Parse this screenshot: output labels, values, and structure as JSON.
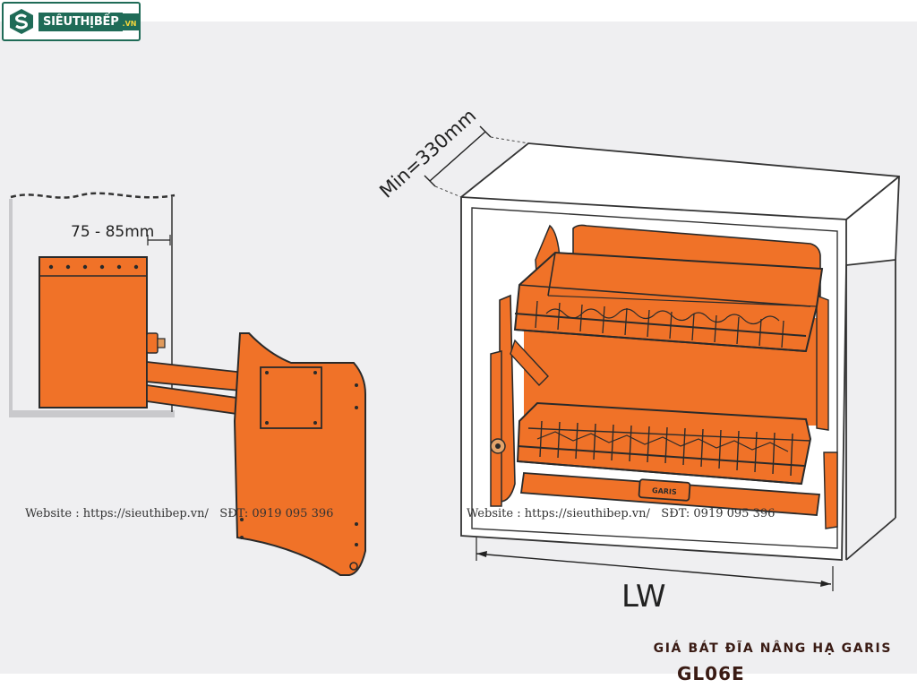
{
  "brand": {
    "name": "SIÊUTHỊBẾP",
    "tld": ".VN"
  },
  "dimensions": {
    "offset": "75 - 85mm",
    "depth": "Min=330mm",
    "width": "LW"
  },
  "watermarks": [
    {
      "website": "Website : https://sieuthibep.vn/",
      "phone": "SĐT: 0919 095 396"
    },
    {
      "website": "Website : https://sieuthibep.vn/",
      "phone": "SĐT: 0919 095 396"
    }
  ],
  "product": {
    "title": "GIÁ BÁT ĐĨA NÂNG HẠ GARIS",
    "model": "GL06E",
    "badge": "GARIS"
  },
  "colors": {
    "orange": "#f07228",
    "dark": "#2a2a2a",
    "logo_green": "#1f6b57"
  }
}
